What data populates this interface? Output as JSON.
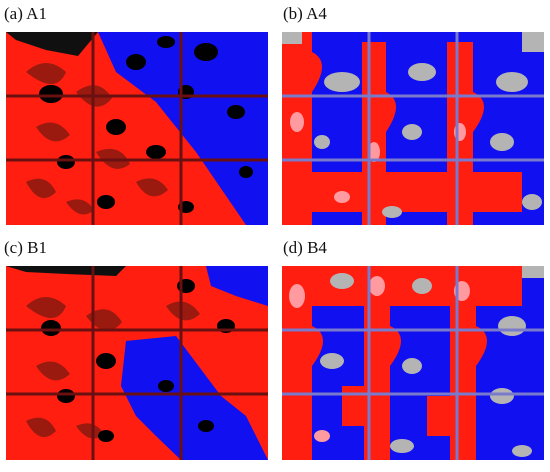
{
  "panels": [
    {
      "caption": "(a) A1"
    },
    {
      "caption": "(b) A4"
    },
    {
      "caption": "(c) B1"
    },
    {
      "caption": "(d) B4"
    }
  ],
  "colors": {
    "red": "#ff1e10",
    "dark_red": "#9a1a10",
    "blue": "#1010f0",
    "black": "#000000",
    "gray": "#b4b4b4",
    "pink": "#ff9aa0"
  }
}
